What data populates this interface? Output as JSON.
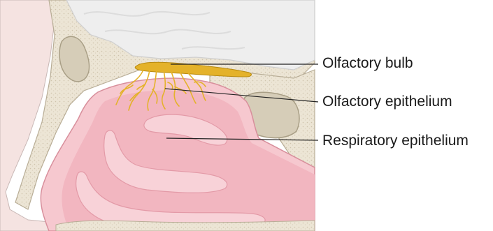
{
  "labels": {
    "olfactory_bulb": "Olfactory bulb",
    "olfactory_epithelium": "Olfactory epithelium",
    "respiratory_epithelium": "Respiratory epithelium"
  },
  "colors": {
    "brain": "#eeeeee",
    "bone": "#ece5d5",
    "sinus": "#d6cdb8",
    "mucosa": "#f6c8cf",
    "nasal_cavity": "#f2b6c0",
    "turbinate": "#f8d2d8",
    "nerve": "#e4b22a",
    "skin": "#f3d8d6",
    "leader_line": "#222222"
  }
}
